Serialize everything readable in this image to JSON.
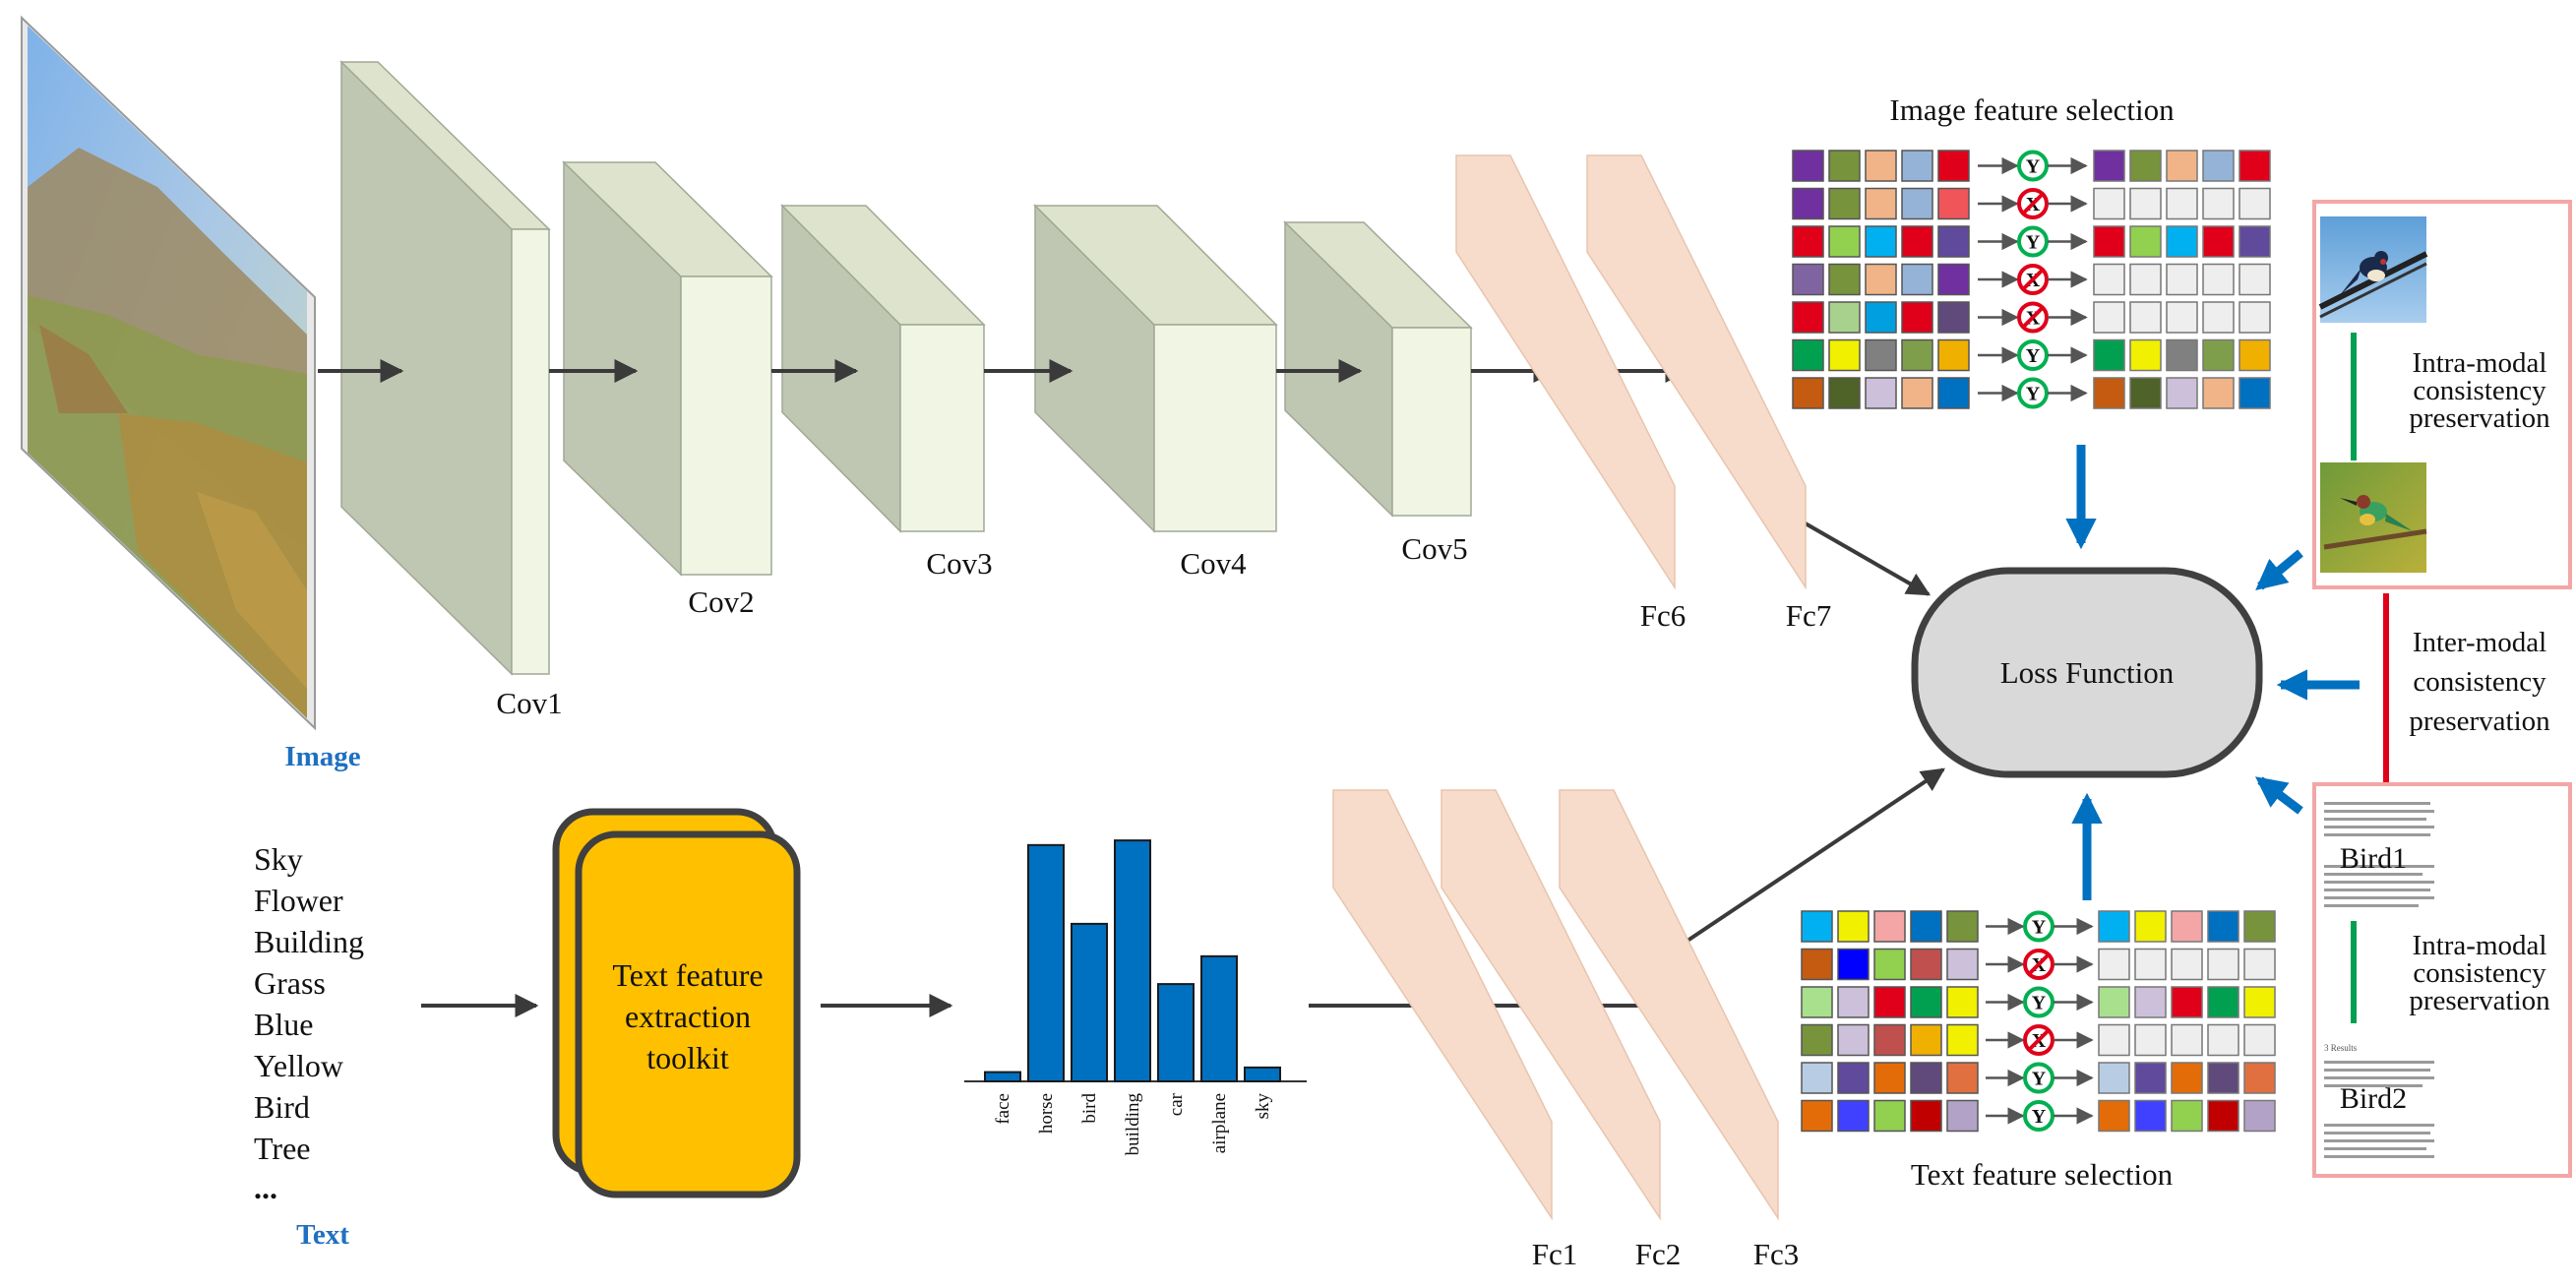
{
  "image_branch": {
    "input_label": "Image",
    "conv_labels": [
      "Cov1",
      "Cov2",
      "Cov3",
      "Cov4",
      "Cov5"
    ],
    "fc_labels": [
      "Fc6",
      "Fc7"
    ]
  },
  "text_branch": {
    "input_label": "Text",
    "words": [
      "Sky",
      "Flower",
      "Building",
      "Grass",
      "Blue",
      "Yellow",
      "Bird",
      "Tree",
      "..."
    ],
    "toolkit_lines": [
      "Text feature",
      "extraction",
      "toolkit"
    ],
    "fc_labels": [
      "Fc1",
      "Fc2",
      "Fc3"
    ]
  },
  "histogram": {
    "categories": [
      "face",
      "horse",
      "bird",
      "building",
      "car",
      "airplane",
      "sky"
    ],
    "values": [
      2,
      51,
      34,
      52,
      21,
      27,
      3
    ],
    "max": 55
  },
  "loss_label": "Loss Function",
  "image_selection": {
    "title": "Image feature selection",
    "rows": [
      {
        "colors": [
          "#7030a0",
          "#77933c",
          "#f0b488",
          "#95b3d7",
          "#e0001a"
        ],
        "keep": true
      },
      {
        "colors": [
          "#7030a0",
          "#77933c",
          "#f0b488",
          "#95b3d7",
          "#f0555a"
        ],
        "keep": false
      },
      {
        "colors": [
          "#e0001a",
          "#92d050",
          "#00b0f0",
          "#e0001a",
          "#604a9b"
        ],
        "keep": true
      },
      {
        "colors": [
          "#8064a2",
          "#77933c",
          "#f0b488",
          "#95b3d7",
          "#7030a0"
        ],
        "keep": false
      },
      {
        "colors": [
          "#e0001a",
          "#a9d18e",
          "#00a0e0",
          "#e0001a",
          "#604a7b"
        ],
        "keep": false
      },
      {
        "colors": [
          "#00a050",
          "#f0f000",
          "#808080",
          "#7f9e4b",
          "#f0b000"
        ],
        "keep": true
      },
      {
        "colors": [
          "#c55a11",
          "#4f6228",
          "#ccc0da",
          "#f0b488",
          "#0070c0"
        ],
        "keep": true
      }
    ]
  },
  "text_selection": {
    "title": "Text feature selection",
    "rows": [
      {
        "colors": [
          "#00b0f0",
          "#f0f000",
          "#f4a6a6",
          "#0070c0",
          "#77933c"
        ],
        "keep": true
      },
      {
        "colors": [
          "#c55a11",
          "#0000ff",
          "#92d050",
          "#c0504d",
          "#ccc0da"
        ],
        "keep": false
      },
      {
        "colors": [
          "#a9e08e",
          "#ccc0da",
          "#e0001a",
          "#00a050",
          "#f0f000"
        ],
        "keep": true
      },
      {
        "colors": [
          "#77933c",
          "#ccc0da",
          "#c0504d",
          "#f0b000",
          "#f0f000"
        ],
        "keep": false
      },
      {
        "colors": [
          "#b8cce4",
          "#604a9b",
          "#e36c09",
          "#604a7b",
          "#e07040"
        ],
        "keep": true
      },
      {
        "colors": [
          "#e36c09",
          "#4040ff",
          "#92d050",
          "#c00000",
          "#b3a2c7"
        ],
        "keep": true
      }
    ]
  },
  "markers": {
    "keep": "Y",
    "drop": "X"
  },
  "right_panel": {
    "intra_modal_lines": [
      "Intra-modal",
      "consistency",
      "preservation"
    ],
    "inter_modal_lines": [
      "Inter-modal",
      "consistency",
      "preservation"
    ],
    "doc_labels": [
      "Bird1",
      "Bird2"
    ],
    "doc2_heading": "3 Results"
  },
  "colors": {
    "conv_front": "#f0f5e4",
    "conv_side": "#bfc7b2",
    "fc_fill": "#f7dccb",
    "arrow": "#404040",
    "blue_arrow": "#0070c0",
    "label_blue": "#1f70c0",
    "toolkit_fill": "#ffc000",
    "hist_bar": "#0070c0",
    "loss_fill": "#d9d9d9",
    "panel_border": "#f4a6a6",
    "green_line": "#00a050",
    "red_line": "#e0001a",
    "keep_marker": "#00b050",
    "drop_marker": "#e0001a",
    "cleared_cell": "#eeeeee"
  }
}
